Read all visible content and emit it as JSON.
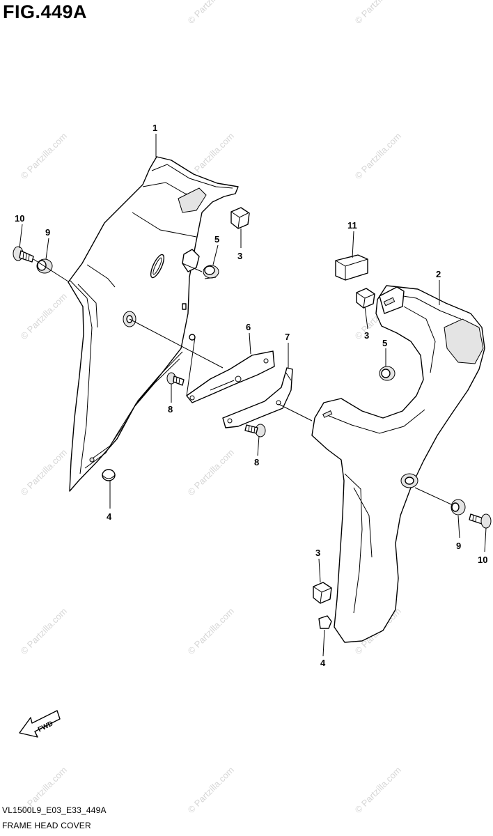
{
  "figure": {
    "title": "FIG.449A",
    "code": "VL1500L9_E03_E33_449A",
    "name": "FRAME HEAD COVER"
  },
  "watermark": "© Partzilla.com",
  "callouts": {
    "p1": "1",
    "p2": "2",
    "p3a": "3",
    "p3b": "3",
    "p3c": "3",
    "p4a": "4",
    "p4b": "4",
    "p5a": "5",
    "p5b": "5",
    "p6": "6",
    "p7": "7",
    "p8a": "8",
    "p8b": "8",
    "p9a": "9",
    "p9b": "9",
    "p10a": "10",
    "p10b": "10",
    "p11": "11"
  },
  "fwd_label": "FWD"
}
